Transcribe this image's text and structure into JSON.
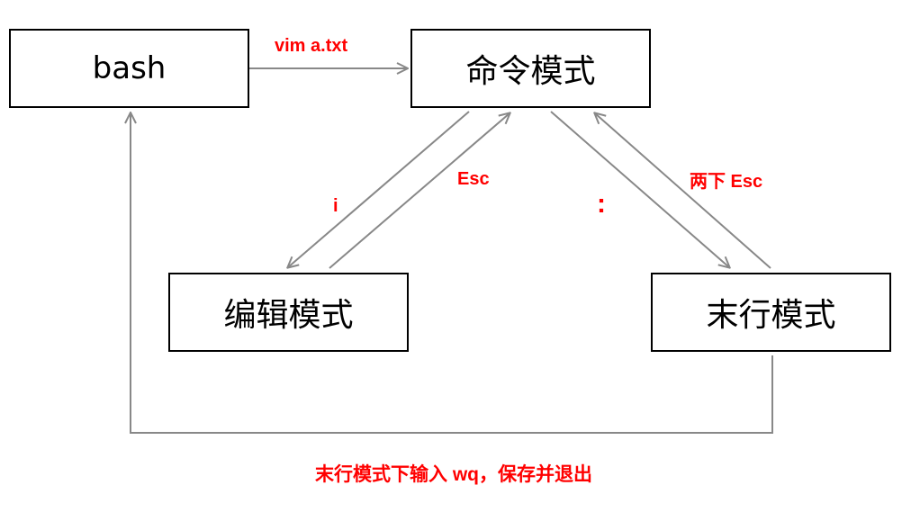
{
  "nodes": {
    "bash": "bash",
    "command_mode": "命令模式",
    "edit_mode": "编辑模式",
    "last_line_mode": "末行模式"
  },
  "edges": {
    "bash_to_command": "vim a.txt",
    "command_to_edit": "i",
    "edit_to_command": "Esc",
    "command_to_last_line": ":",
    "last_line_to_command": "两下 Esc",
    "last_line_to_bash": "末行模式下输入 wq，保存并退出"
  },
  "colors": {
    "arrow": "#888888",
    "label": "#ff0000",
    "box_border": "#000000"
  }
}
